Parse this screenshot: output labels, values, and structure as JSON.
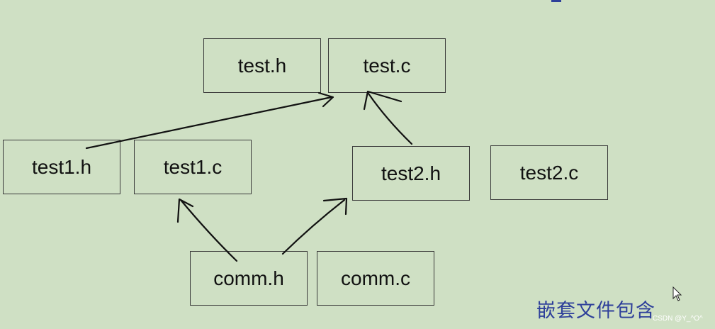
{
  "boxes": {
    "test_h": "test.h",
    "test_c": "test.c",
    "test1_h": "test1.h",
    "test1_c": "test1.c",
    "test2_h": "test2.h",
    "test2_c": "test2.c",
    "comm_h": "comm.h",
    "comm_c": "comm.c"
  },
  "caption": "嵌套文件包含",
  "watermark": "CSDN @Y_^O^",
  "colors": {
    "background": "#cfe0c4",
    "box_border": "#3a3a3a",
    "caption": "#2e3f9a",
    "arrow": "#111111"
  }
}
